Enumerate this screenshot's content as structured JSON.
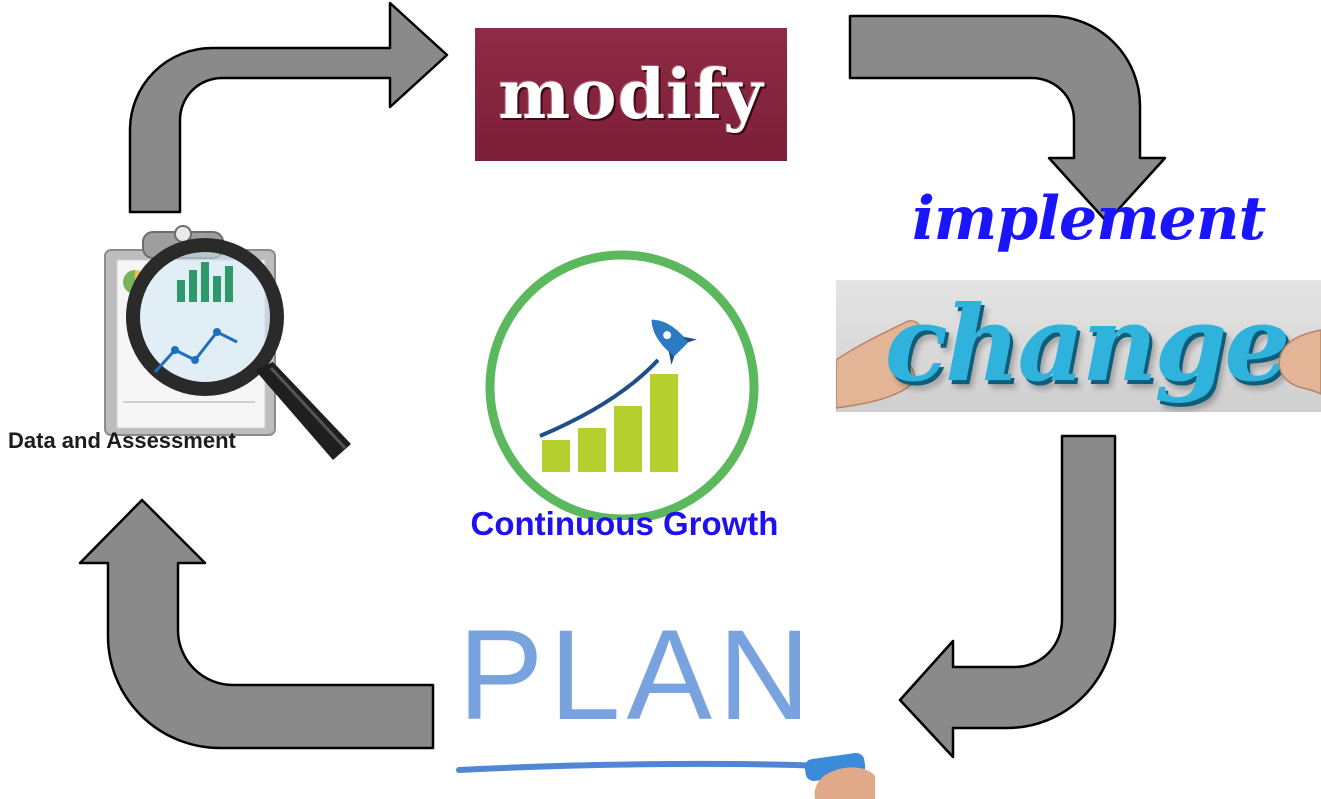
{
  "steps": {
    "modify": {
      "label": "modify",
      "bg_color": "#842540"
    },
    "implement": {
      "label": "implement",
      "color": "#1a14ff"
    },
    "change": {
      "label": "change",
      "color": "#2fb3dd"
    },
    "plan": {
      "label": "PLAN",
      "color": "#78a3df"
    },
    "data": {
      "label": "Data and Assessment"
    }
  },
  "center": {
    "label": "Continuous Growth",
    "ring_color": "#5cb85c",
    "bar_color": "#b5cf2e"
  },
  "arrows": {
    "fill": "#8a8a8a",
    "stroke": "#000000",
    "count": 4
  },
  "icons": [
    "clipboard-magnifier-icon",
    "rocket-growth-icon",
    "hands-icon",
    "marker-hand-icon"
  ]
}
